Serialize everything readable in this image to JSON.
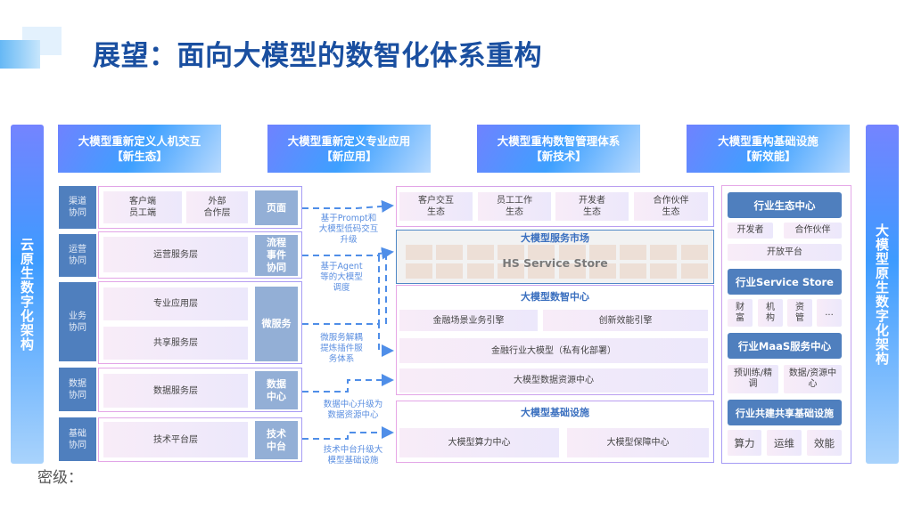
{
  "title": "展望：面向大模型的数智化体系重构",
  "side_left": "云原生数字化架构",
  "side_right": "大模型原生数字化架构",
  "headers": [
    {
      "line1": "大模型重新定义人机交互",
      "line2": "【新生态】"
    },
    {
      "line1": "大模型重新定义专业应用",
      "line2": "【新应用】"
    },
    {
      "line1": "大模型重构数智管理体系",
      "line2": "【新技术】"
    },
    {
      "line1": "大模型重构基础设施",
      "line2": "【新效能】"
    }
  ],
  "left_rows": [
    {
      "label": "渠道\n协同",
      "cells": [
        "客户端\n员工端",
        "外部\n合作层"
      ],
      "tag": "页面"
    },
    {
      "label": "运营\n协同",
      "cells": [
        "运营服务层"
      ],
      "tag": "流程\n事件\n协同"
    },
    {
      "label": "业务\n协同",
      "cells": [
        "专业应用层",
        "共享服务层"
      ],
      "tag": "微服务"
    },
    {
      "label": "数据\n协同",
      "cells": [
        "数据服务层"
      ],
      "tag": "数据\n中心"
    },
    {
      "label": "基础\n协同",
      "cells": [
        "技术平台层"
      ],
      "tag": "技术\n中台"
    }
  ],
  "annotations": [
    "基于Prompt和\n大模型低码交互\n升级",
    "基于Agent\n等的大模型\n调度",
    "微服务解耦\n提炼插件服\n务体系",
    "数据中心升级为\n数据资源中心",
    "技术中台升级大\n模型基础设施"
  ],
  "middle": {
    "ecosystems": [
      "客户交互\n生态",
      "员工工作\n生态",
      "开发者\n生态",
      "合作伙伴\n生态"
    ],
    "market_title": "大模型服务市场",
    "market_store": "HS Service Store",
    "center_title": "大模型数智中心",
    "engines": [
      "金融场景业务引擎",
      "创新效能引擎"
    ],
    "industry_model": "金融行业大模型（私有化部署）",
    "data_center": "大模型数据资源中心",
    "infra_title": "大模型基础设施",
    "infra_cells": [
      "大模型算力中心",
      "大模型保障中心"
    ]
  },
  "right": {
    "eco_center": "行业生态中心",
    "eco_items": [
      "开发者",
      "合作伙伴"
    ],
    "open_platform": "开放平台",
    "service_store": "行业Service Store",
    "store_items": [
      "财\n富",
      "机\n构",
      "资\n管",
      "..."
    ],
    "maas": "行业MaaS服务中心",
    "maas_items": [
      "预训练/精\n调",
      "数据/资源中\n心"
    ],
    "shared_infra": "行业共建共享基础设施",
    "infra_items": [
      "算力",
      "运维",
      "效能"
    ]
  },
  "footer": "密级："
}
